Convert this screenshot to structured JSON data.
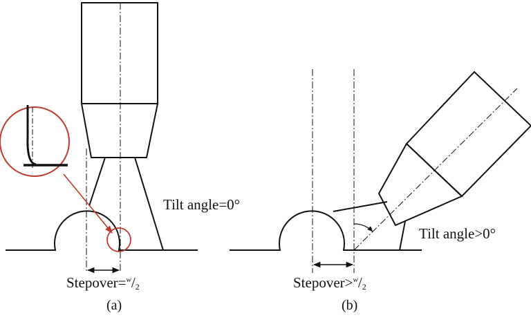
{
  "panel_a": {
    "tilt_label": "Tilt angle=0°",
    "stepover_label": "Stepover=",
    "stepover_numerator": "w",
    "stepover_slash": "/",
    "stepover_denominator": "2",
    "caption": "(a)"
  },
  "panel_b": {
    "tilt_label": "Tilt angle>0°",
    "stepover_label": "Stepover>",
    "stepover_numerator": "w",
    "stepover_slash": "/",
    "stepover_denominator": "2",
    "caption": "(b)"
  },
  "colors": {
    "line": "#111111",
    "highlight": "#c0392b"
  }
}
